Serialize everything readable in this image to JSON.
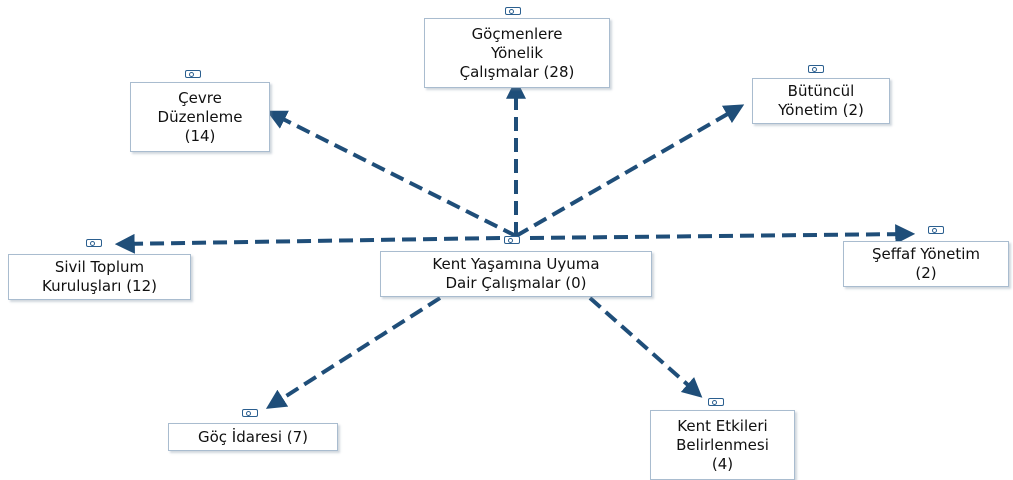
{
  "colors": {
    "arrow": "#1f4e79",
    "icon": "#2b5f8f",
    "border": "#a9bccf"
  },
  "nodes": {
    "center": {
      "label": "Kent Yaşamına Uyuma\nDair Çalışmalar (0)",
      "icon": "code-icon"
    },
    "gocmenlere": {
      "label": "Göçmenlere\nYönelik\nÇalışmalar (28)",
      "icon": "code-icon"
    },
    "cevre": {
      "label": "Çevre\nDüzenleme\n(14)",
      "icon": "code-icon"
    },
    "butuncul": {
      "label": "Bütüncül\nYönetim (2)",
      "icon": "code-icon"
    },
    "sivil": {
      "label": "Sivil Toplum\nKuruluşları (12)",
      "icon": "code-icon"
    },
    "seffaf": {
      "label": "Şeffaf Yönetim\n(2)",
      "icon": "code-icon"
    },
    "goc": {
      "label": "Göç İdaresi (7)",
      "icon": "code-icon"
    },
    "kent_etkileri": {
      "label": "Kent Etkileri\nBelirlenmesi\n(4)",
      "icon": "code-icon"
    }
  },
  "edges": [
    {
      "from": "center",
      "to": "gocmenlere"
    },
    {
      "from": "center",
      "to": "cevre"
    },
    {
      "from": "center",
      "to": "butuncul"
    },
    {
      "from": "center",
      "to": "sivil"
    },
    {
      "from": "center",
      "to": "seffaf"
    },
    {
      "from": "center",
      "to": "goc"
    },
    {
      "from": "center",
      "to": "kent_etkileri"
    }
  ]
}
